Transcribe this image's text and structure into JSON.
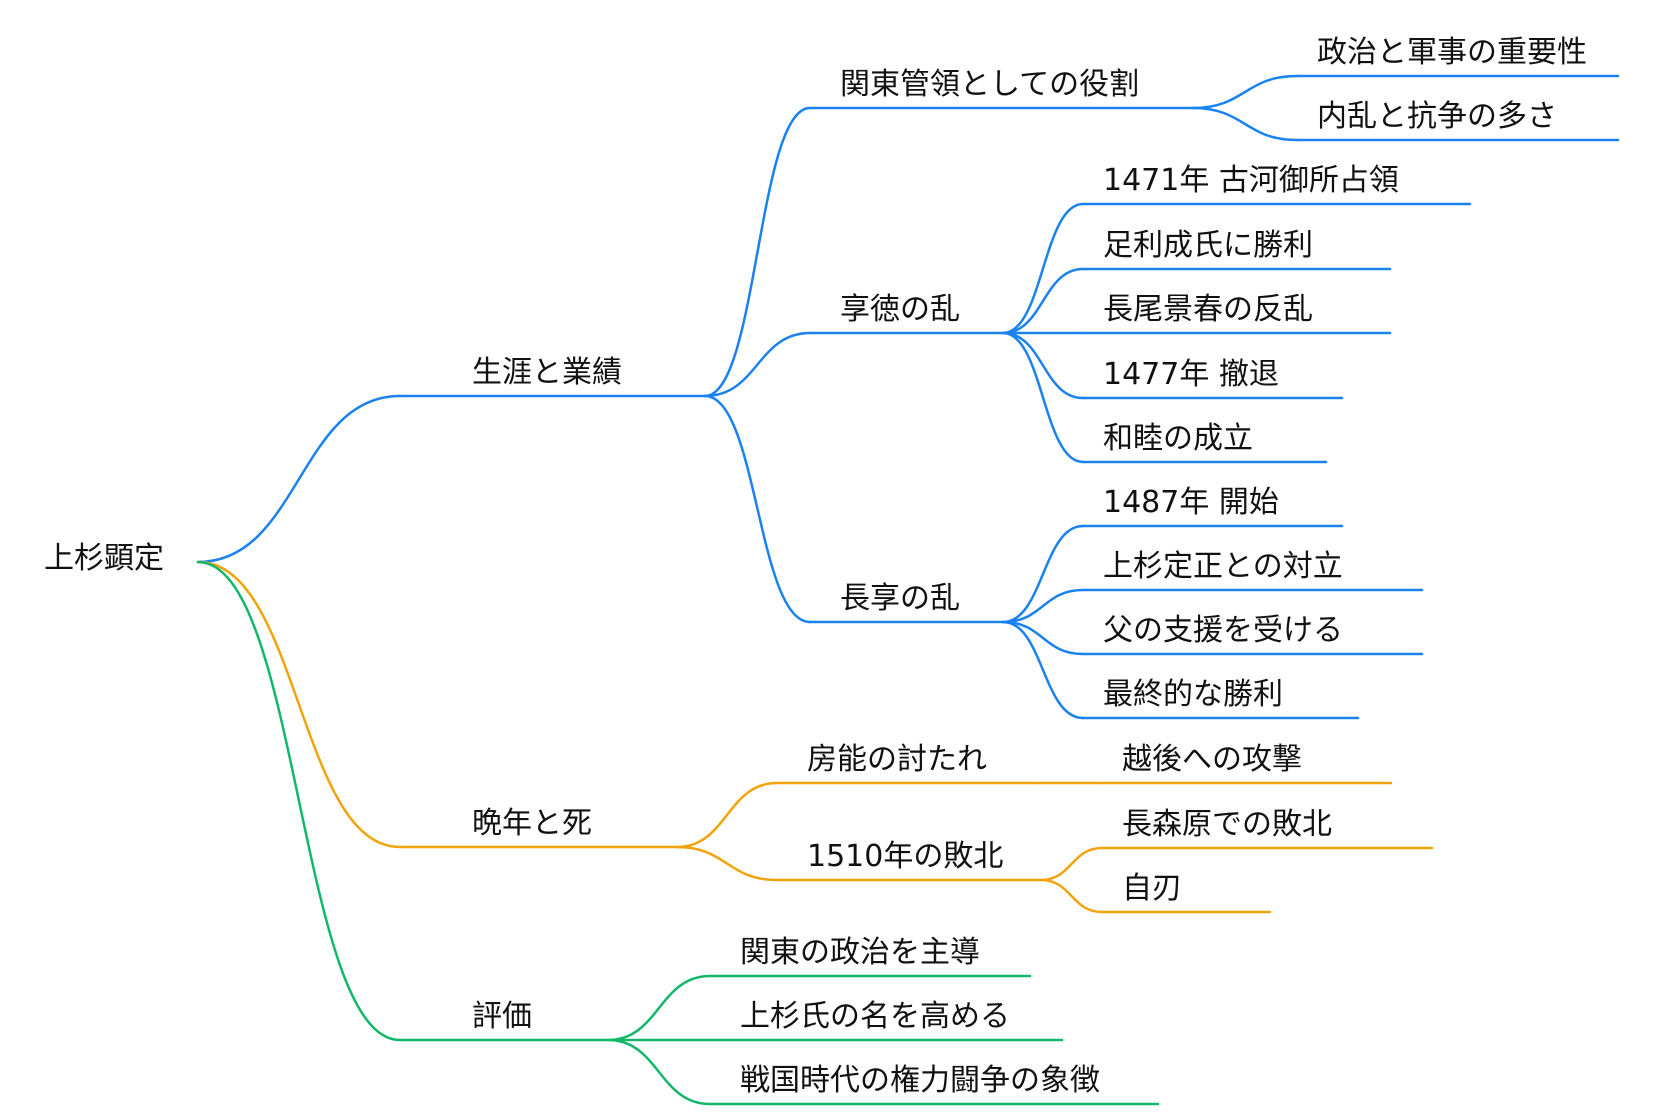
{
  "colors": {
    "branch_1": "#1a82ee",
    "branch_2": "#f0a30a",
    "branch_3": "#12b76a",
    "text": "#111111"
  },
  "root": "上杉顕定",
  "branches": [
    {
      "label": "生涯と業績",
      "color": "#1a82ee",
      "children": [
        {
          "label": "関東管領としての役割",
          "children": [
            "政治と軍事の重要性",
            "内乱と抗争の多さ"
          ]
        },
        {
          "label": "享徳の乱",
          "children": [
            "1471年 古河御所占領",
            "足利成氏に勝利",
            "長尾景春の反乱",
            "1477年 撤退",
            "和睦の成立"
          ]
        },
        {
          "label": "長享の乱",
          "children": [
            "1487年 開始",
            "上杉定正との対立",
            "父の支援を受ける",
            "最終的な勝利"
          ]
        }
      ]
    },
    {
      "label": "晩年と死",
      "color": "#f0a30a",
      "children": [
        {
          "label": "房能の討たれ",
          "children": [
            "越後への攻撃"
          ]
        },
        {
          "label": "1510年の敗北",
          "children": [
            "長森原での敗北",
            "自刃"
          ]
        }
      ]
    },
    {
      "label": "評価",
      "color": "#12b76a",
      "children": [
        {
          "label": "関東の政治を主導",
          "children": []
        },
        {
          "label": "上杉氏の名を高める",
          "children": []
        },
        {
          "label": "戦国時代の権力闘争の象徴",
          "children": []
        }
      ]
    }
  ]
}
